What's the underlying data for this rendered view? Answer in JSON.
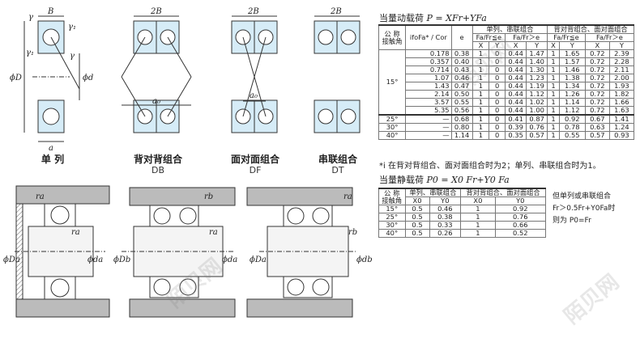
{
  "drawings": {
    "single_caption": "单 列",
    "db_caption": "背对背组合",
    "db_code": "DB",
    "df_caption": "面对面组合",
    "df_code": "DF",
    "dt_caption": "串联组合",
    "dt_code": "DT",
    "labels": {
      "B": "B",
      "twoB": "2B",
      "gamma": "γ",
      "gamma1": "γ₁",
      "phiD": "ϕD",
      "phid": "ϕd",
      "a": "a",
      "a0": "a₀",
      "ra": "ra",
      "rb": "rb",
      "phiDa": "ϕDa",
      "phida": "ϕda",
      "phiDb": "ϕDb",
      "phidb": "ϕdb"
    }
  },
  "dynamic": {
    "title": "当量动载荷",
    "formula": "P = XFr+YFa",
    "header": {
      "col1": "ifoFa* / Cor",
      "col2": "e",
      "single": "单列、串联组合",
      "pair": "背对背组合、面对面组合",
      "cond_le": "Fa/Fr≦e",
      "cond_gt": "Fa/Fr＞e",
      "X": "X",
      "Y": "Y"
    },
    "angle_label_1": "公 称",
    "angle_label_2": "接触角",
    "rows": [
      {
        "angle": "",
        "ratio": "0.178",
        "e": "0.38",
        "x1": "1",
        "y1": "0",
        "x2": "0.44",
        "y2": "1.47",
        "x3": "1",
        "y3": "1.65",
        "x4": "0.72",
        "y4": "2.39"
      },
      {
        "angle": "",
        "ratio": "0.357",
        "e": "0.40",
        "x1": "1",
        "y1": "0",
        "x2": "0.44",
        "y2": "1.40",
        "x3": "1",
        "y3": "1.57",
        "x4": "0.72",
        "y4": "2.28"
      },
      {
        "angle": "",
        "ratio": "0.714",
        "e": "0.43",
        "x1": "1",
        "y1": "0",
        "x2": "0.44",
        "y2": "1.30",
        "x3": "1",
        "y3": "1.46",
        "x4": "0.72",
        "y4": "2.11"
      },
      {
        "angle": "",
        "ratio": "1.07",
        "e": "0.46",
        "x1": "1",
        "y1": "0",
        "x2": "0.44",
        "y2": "1.23",
        "x3": "1",
        "y3": "1.38",
        "x4": "0.72",
        "y4": "2.00"
      },
      {
        "angle": "15°",
        "ratio": "1.43",
        "e": "0.47",
        "x1": "1",
        "y1": "0",
        "x2": "0.44",
        "y2": "1.19",
        "x3": "1",
        "y3": "1.34",
        "x4": "0.72",
        "y4": "1.93"
      },
      {
        "angle": "",
        "ratio": "2.14",
        "e": "0.50",
        "x1": "1",
        "y1": "0",
        "x2": "0.44",
        "y2": "1.12",
        "x3": "1",
        "y3": "1.26",
        "x4": "0.72",
        "y4": "1.82"
      },
      {
        "angle": "",
        "ratio": "3.57",
        "e": "0.55",
        "x1": "1",
        "y1": "0",
        "x2": "0.44",
        "y2": "1.02",
        "x3": "1",
        "y3": "1.14",
        "x4": "0.72",
        "y4": "1.66"
      },
      {
        "angle": "",
        "ratio": "5.35",
        "e": "0.56",
        "x1": "1",
        "y1": "0",
        "x2": "0.44",
        "y2": "1.00",
        "x3": "1",
        "y3": "1.12",
        "x4": "0.72",
        "y4": "1.63"
      },
      {
        "angle": "25°",
        "ratio": "—",
        "e": "0.68",
        "x1": "1",
        "y1": "0",
        "x2": "0.41",
        "y2": "0.87",
        "x3": "1",
        "y3": "0.92",
        "x4": "0.67",
        "y4": "1.41"
      },
      {
        "angle": "30°",
        "ratio": "—",
        "e": "0.80",
        "x1": "1",
        "y1": "0",
        "x2": "0.39",
        "y2": "0.76",
        "x3": "1",
        "y3": "0.78",
        "x4": "0.63",
        "y4": "1.24"
      },
      {
        "angle": "40°",
        "ratio": "—",
        "e": "1.14",
        "x1": "1",
        "y1": "0",
        "x2": "0.35",
        "y2": "0.57",
        "x3": "1",
        "y3": "0.55",
        "x4": "0.57",
        "y4": "0.93"
      }
    ],
    "footnote": "*i 在背对背组合、面对面组合时为2；单列、串联组合时为1。"
  },
  "static": {
    "title": "当量静载荷",
    "formula": "P0 = X0 Fr+Y0 Fa",
    "header": {
      "angle_1": "公 称",
      "angle_2": "接触角",
      "single": "单列、串联组合",
      "pair": "背对背组合、面对面组合",
      "X0": "X0",
      "Y0": "Y0"
    },
    "rows": [
      {
        "angle": "15°",
        "x1": "0.5",
        "y1": "0.46",
        "x2": "1",
        "y2": "0.92"
      },
      {
        "angle": "25°",
        "x1": "0.5",
        "y1": "0.38",
        "x2": "1",
        "y2": "0.76"
      },
      {
        "angle": "30°",
        "x1": "0.5",
        "y1": "0.33",
        "x2": "1",
        "y2": "0.66"
      },
      {
        "angle": "40°",
        "x1": "0.5",
        "y1": "0.26",
        "x2": "1",
        "y2": "0.52"
      }
    ],
    "note_1": "但单列或串联组合",
    "note_2": "Fr＞0.5Fr+Y0Fa时",
    "note_3": "则为 P0=Fr"
  },
  "watermark": "陌贝网"
}
